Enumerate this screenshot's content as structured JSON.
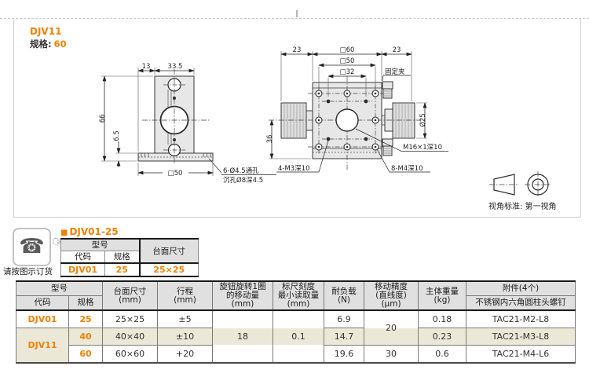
{
  "colors": {
    "accent": "#ef8200",
    "table_header_bg": "#e0e0e0",
    "highlight_row": "#ece8d8",
    "drawing_fill": "#e7e7e7"
  },
  "icons": {
    "phone": "☎",
    "pointing_hand": "☞",
    "bullet": "■"
  },
  "product": {
    "code": "DJV11",
    "spec_label": "规格:",
    "spec_value": "60"
  },
  "front_view": {
    "dim_13": "13",
    "dim_33_5": "33.5",
    "dim_66": "66",
    "dim_6_5": "6.5",
    "dim_sq50": "□50",
    "note_line1": "6-Ø4.5通孔",
    "note_line2": "沉孔Ø8深4.5"
  },
  "plan_view": {
    "dim_23_left": "23",
    "dim_sq60": "□60",
    "dim_23_right": "23",
    "dim_sq50": "□50",
    "dim_sq32": "□32",
    "dim_36": "36",
    "dim_dia25": "Ø25",
    "label_clamp": "固定夹",
    "label_m16": "M16×1深10",
    "label_m3": "4-M3深10",
    "label_m4": "8-M4深10"
  },
  "view_standard": "视角标准: 第一视角",
  "order_note": "请按图示订货",
  "selector": {
    "heading": "DJV01-25",
    "header_model": "型号",
    "header_code": "代码",
    "header_spec": "规格",
    "header_size": "台面尺寸",
    "code": "DJV01",
    "spec": "25",
    "size": "25×25"
  },
  "spec_table": {
    "header_model": "型号",
    "header_code": "代码",
    "header_spec": "规格",
    "header_size": "台面尺寸\n(mm)",
    "header_travel": "行程\n(mm)",
    "header_knob": "旋钮旋转1圈\n的移动量\n(mm)",
    "header_scale": "标尺刻度\n最小读取量\n(mm)",
    "header_load": "耐负载\n(N)",
    "header_accuracy": "移动精度\n(直线度)\n(μm)",
    "header_weight": "主体重量\n(kg)",
    "header_accessory": "附件(4个)",
    "header_accessory_sub": "不锈钢内六角圆柱头螺钉",
    "knob_move_shared": "18",
    "scale_read_shared": "0.1",
    "accuracy_shared": "20",
    "rows": [
      {
        "code": "DJV01",
        "spec": "25",
        "size": "25×25",
        "travel": "±5",
        "load": "6.9",
        "weight": "0.18",
        "screw": "TAC21-M2-L8"
      },
      {
        "code": "DJV11",
        "spec": "40",
        "size": "40×40",
        "travel": "±10",
        "load": "14.7",
        "weight": "0.23",
        "screw": "TAC21-M3-L8"
      },
      {
        "spec": "60",
        "size": "60×60",
        "travel": "+20",
        "load": "19.6",
        "accuracy": "30",
        "weight": "0.6",
        "screw": "TAC21-M4-L6"
      }
    ]
  }
}
